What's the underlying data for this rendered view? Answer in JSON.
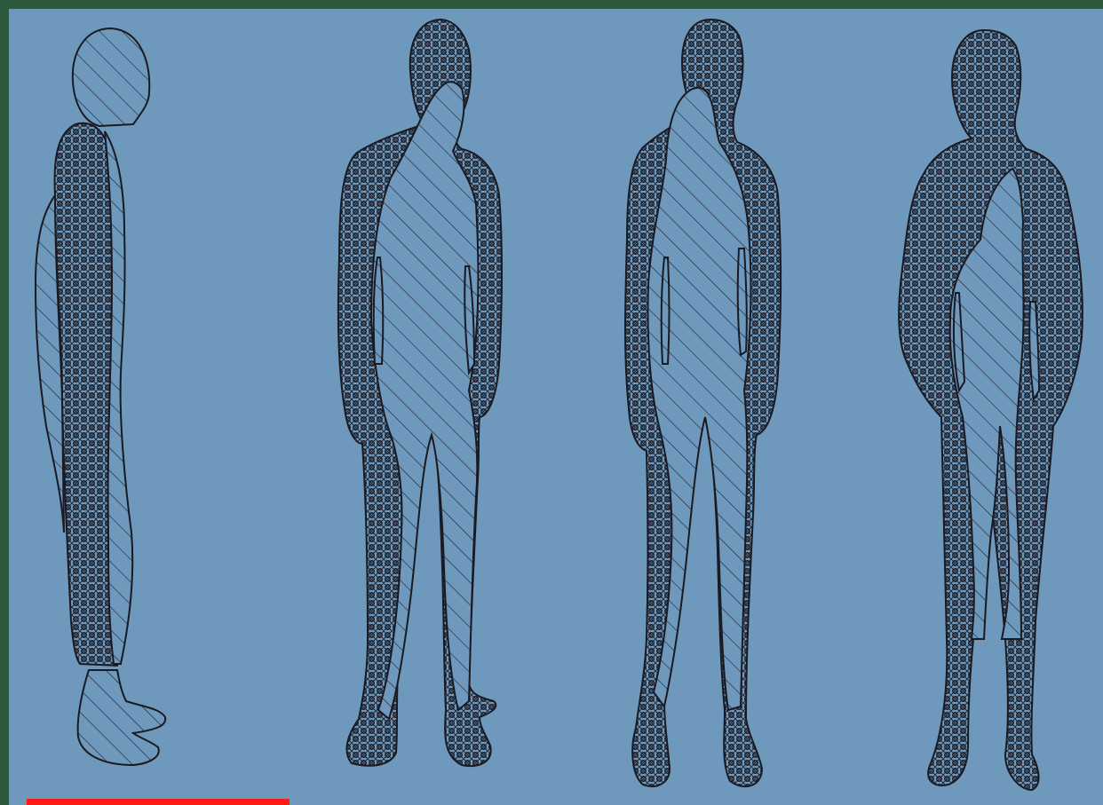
{
  "figure": {
    "figures": [
      {
        "view": "side",
        "name": "figure-side-view"
      },
      {
        "view": "back",
        "name": "figure-back-view"
      },
      {
        "view": "back",
        "name": "figure-back-view-2"
      },
      {
        "view": "front",
        "name": "figure-front-view"
      }
    ],
    "legend_patterns": [
      "crosshatch",
      "diagonal-hatch"
    ],
    "colors": {
      "background": "#6f98bd",
      "frame": "#2c5a3c",
      "outline": "#1a1a22",
      "hatch": "#1c1f2a",
      "accent_bar": "#ff1a1a"
    }
  }
}
